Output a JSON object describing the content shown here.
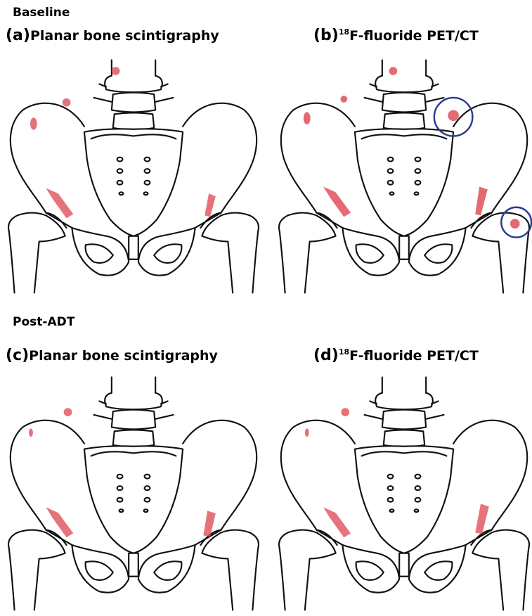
{
  "sections": {
    "baseline": "Baseline",
    "post_adt": "Post-ADT"
  },
  "panels": [
    {
      "letter": "(a)",
      "title": "Planar bone scintigraphy",
      "sup": ""
    },
    {
      "letter": "(b)",
      "title": "F-fluoride PET/CT",
      "sup": "18"
    },
    {
      "letter": "(c)",
      "title": "Planar bone scintigraphy",
      "sup": ""
    },
    {
      "letter": "(d)",
      "title": "F-fluoride PET/CT",
      "sup": "18"
    }
  ],
  "colors": {
    "lesion": "#e0505a",
    "highlight_circle": "#2b3990",
    "outline": "#111111"
  }
}
